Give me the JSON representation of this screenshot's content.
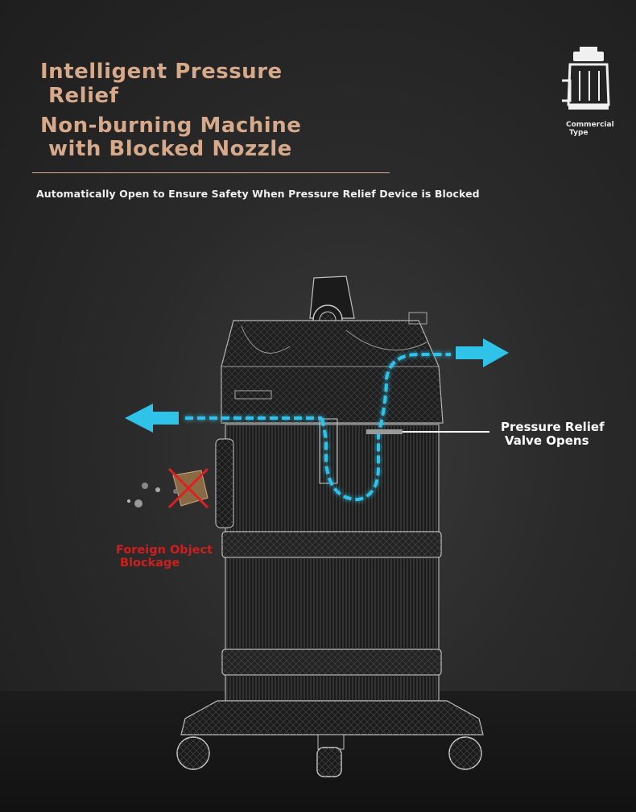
{
  "heading": {
    "line1": "Intelligent Pressure",
    "line2": "Relief",
    "line3": "Non-burning Machine",
    "line4": "with Blocked Nozzle"
  },
  "subtitle": "Automatically Open to Ensure Safety When Pressure Relief Device is Blocked",
  "badge": {
    "icon": "commercial-vacuum-icon",
    "line1": "Commercial",
    "line2": "Type"
  },
  "callouts": {
    "valve_line1": "Pressure Relief",
    "valve_line2": "Valve Opens",
    "blockage_line1": "Foreign Object",
    "blockage_line2": "Blockage"
  },
  "colors": {
    "title": "#d6a98a",
    "airflow": "#2fc3ea",
    "warning": "#d01e1e",
    "background": "#2a2a2a"
  }
}
